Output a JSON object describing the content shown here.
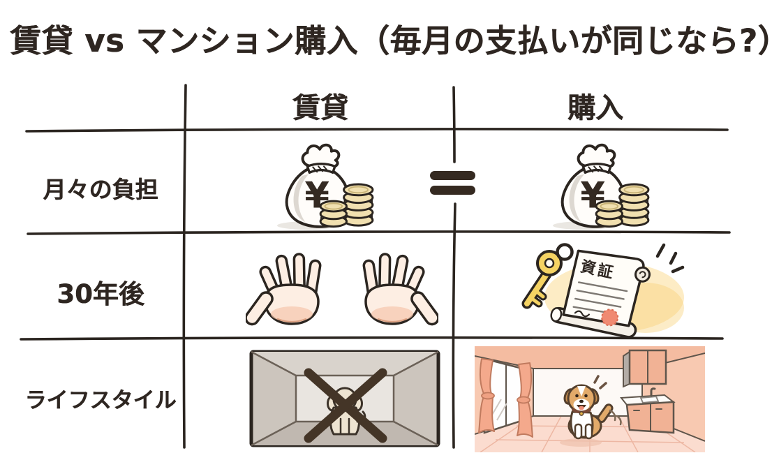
{
  "title": "賃貸 vs マンション購入（毎月の支払いが同じなら?）",
  "table": {
    "column_headers": {
      "rent": "賃貸",
      "purchase": "購入"
    },
    "rows": [
      {
        "label": "月々の負担",
        "rent_icon": "money-bag-with-coins",
        "relation_icon": "equals-sign",
        "purchase_icon": "money-bag-with-coins"
      },
      {
        "label": "30年後",
        "rent_icon": "empty-open-hands",
        "purchase_icon": "key-with-property-deed"
      },
      {
        "label": "ライフスタイル",
        "rent_icon": "no-pets-allowed-room",
        "purchase_icon": "pet-friendly-room-with-dog"
      }
    ]
  },
  "money_bag": {
    "currency_symbol": "¥"
  },
  "deed": {
    "label": "資証"
  },
  "colors": {
    "ink": "#2b2520",
    "paper": "#ffffff",
    "coin": "#f1e0b0",
    "key_gold": "#f5d363",
    "deed_glow": "#fbda8c",
    "seal_red": "#f08a72",
    "hand_skin": "#fdeee3",
    "hand_shade": "#f5c6ac",
    "gray_room": "#ccc5bd",
    "salmon_wall": "#f8c9b1",
    "dog_tan": "#e2aa6a"
  }
}
